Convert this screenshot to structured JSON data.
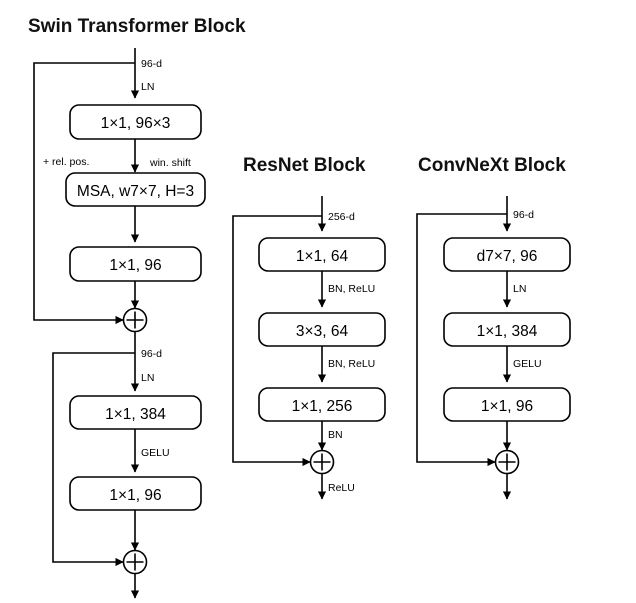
{
  "figure": {
    "background_color": "#ffffff",
    "stroke_color": "#000000",
    "blocks": [
      {
        "id": "swin",
        "title": "Swin Transformer Block",
        "input_label": "96-d",
        "boxes": [
          {
            "label": "1×1, 96×3"
          },
          {
            "label": "MSA, w7×7, H=3"
          },
          {
            "label": "1×1, 96"
          },
          {
            "label": "1×1, 384"
          },
          {
            "label": "1×1, 96"
          }
        ],
        "edge_labels": [
          {
            "text": "LN"
          },
          {
            "text": "+ rel. pos."
          },
          {
            "text": "win. shift"
          },
          {
            "text": "96-d"
          },
          {
            "text": "LN"
          },
          {
            "text": "GELU"
          }
        ],
        "sums": 2
      },
      {
        "id": "resnet",
        "title": "ResNet Block",
        "input_label": "256-d",
        "boxes": [
          {
            "label": "1×1, 64"
          },
          {
            "label": "3×3, 64"
          },
          {
            "label": "1×1, 256"
          }
        ],
        "edge_labels": [
          {
            "text": "BN, ReLU"
          },
          {
            "text": "BN, ReLU"
          },
          {
            "text": "BN"
          },
          {
            "text": "ReLU"
          }
        ],
        "sums": 1
      },
      {
        "id": "convnext",
        "title": "ConvNeXt Block",
        "input_label": "96-d",
        "boxes": [
          {
            "label": "d7×7, 96"
          },
          {
            "label": "1×1, 384"
          },
          {
            "label": "1×1, 96"
          }
        ],
        "edge_labels": [
          {
            "text": "LN"
          },
          {
            "text": "GELU"
          }
        ],
        "sums": 1
      }
    ]
  }
}
